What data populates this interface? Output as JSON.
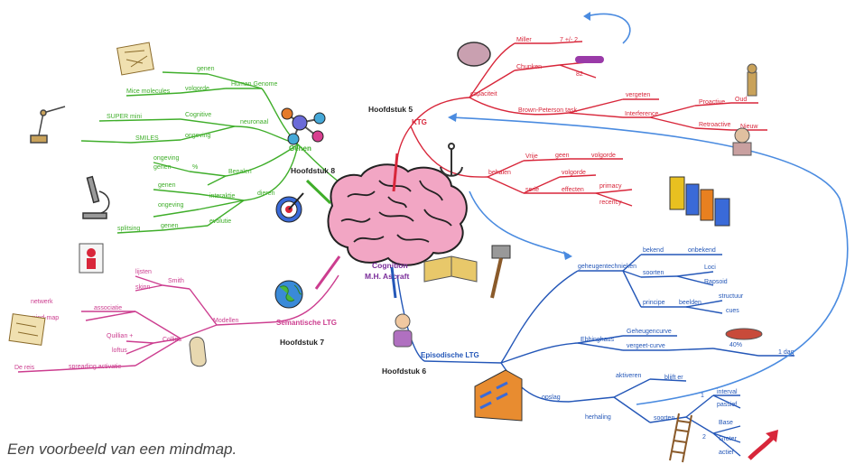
{
  "center": {
    "line1": "Cognition",
    "line2": "M.H. Ascraft"
  },
  "caption": "Een voorbeeld van een mindmap.",
  "colors": {
    "green": "#3fae2a",
    "red": "#d8263a",
    "pink": "#cc3d8f",
    "blue": "#2457b8",
    "lightblue": "#4a8be0",
    "center_text": "#7a2d9a"
  },
  "branches": {
    "genen": {
      "title": "Genen",
      "chapter": "Hoofdstuk 8",
      "labels": {
        "a1": "genen",
        "a2": "Human Genome",
        "a3": "Mice molecules",
        "a4": "volgorde",
        "b1": "Cognitive",
        "b2": "SUPER mini",
        "b3": "neuronaal",
        "b4": "SMILES",
        "b5": "ongeving",
        "c1": "ongeving",
        "c2": "genen",
        "c3": "%",
        "c4": "Bepalen",
        "d1": "genen",
        "d2": "ongeving",
        "d3": "interaktie",
        "d4": "genen",
        "d5": "splitsing",
        "d6": "evolutie",
        "d7": "dieren"
      }
    },
    "ktg": {
      "title": "KTG",
      "chapter": "Hoofdstuk 5",
      "labels": {
        "cap": "capaciteit",
        "miller": "Miller",
        "n72": "7 +/- 2",
        "chunken": "Chunken",
        "n82": "82",
        "bp": "Brown-Peterson task",
        "vergeten": "vergeten",
        "interf": "Interference",
        "proactive": "Proactive",
        "oud": "Oud",
        "retroactive": "Retroactive",
        "nieuw": "Nieuw",
        "behalen": "behalen",
        "vrije": "Vrije",
        "geen": "geen",
        "volgorde1": "volgorde",
        "serie": "serie",
        "volgorde2": "volgorde",
        "effecten": "effecten",
        "primacy": "primacy",
        "recency": "recency"
      }
    },
    "semantisch": {
      "title": "Semantische LTG",
      "chapter": "Hoofdstuk 7",
      "labels": {
        "modellen": "Modellen",
        "smith": "Smith",
        "lijsten": "lijsten",
        "skinn": "skinn",
        "network": "netwerk",
        "mindmap": "mind-map",
        "associatie": "associatie",
        "collins": "Collins",
        "quillan": "Quillian +",
        "loftus": "loftus",
        "spreading": "spreading activatie",
        "de_reis": "De reis"
      }
    },
    "episodisch": {
      "title": "Episodische LTG",
      "chapter": "Hoofdstuk 6",
      "labels": {
        "geheugen": "geheugentechnieken",
        "bekend": "bekend",
        "onbekend": "onbekend",
        "soorten": "soorten",
        "loci": "Loci",
        "rapsoid": "Rapsoid",
        "principe": "principe",
        "beelden": "beelden",
        "structuur": "structuur",
        "cues": "cues",
        "ebbinghaus": "Ebbinghaus",
        "geheugencurve": "Geheugencurve",
        "vergeetcurve": "vergeet-curve",
        "pct": "40%",
        "dag": "1 dag",
        "opslag": "opslag",
        "aktiveren": "aktiveren",
        "blijft": "blijft er",
        "herhaling": "herhaling",
        "soorten2": "soorten",
        "n1": "1",
        "n2": "2",
        "intervals": "interval",
        "passief": "passief",
        "base": "Base",
        "groter": "Groter",
        "actief": "actief"
      }
    }
  }
}
